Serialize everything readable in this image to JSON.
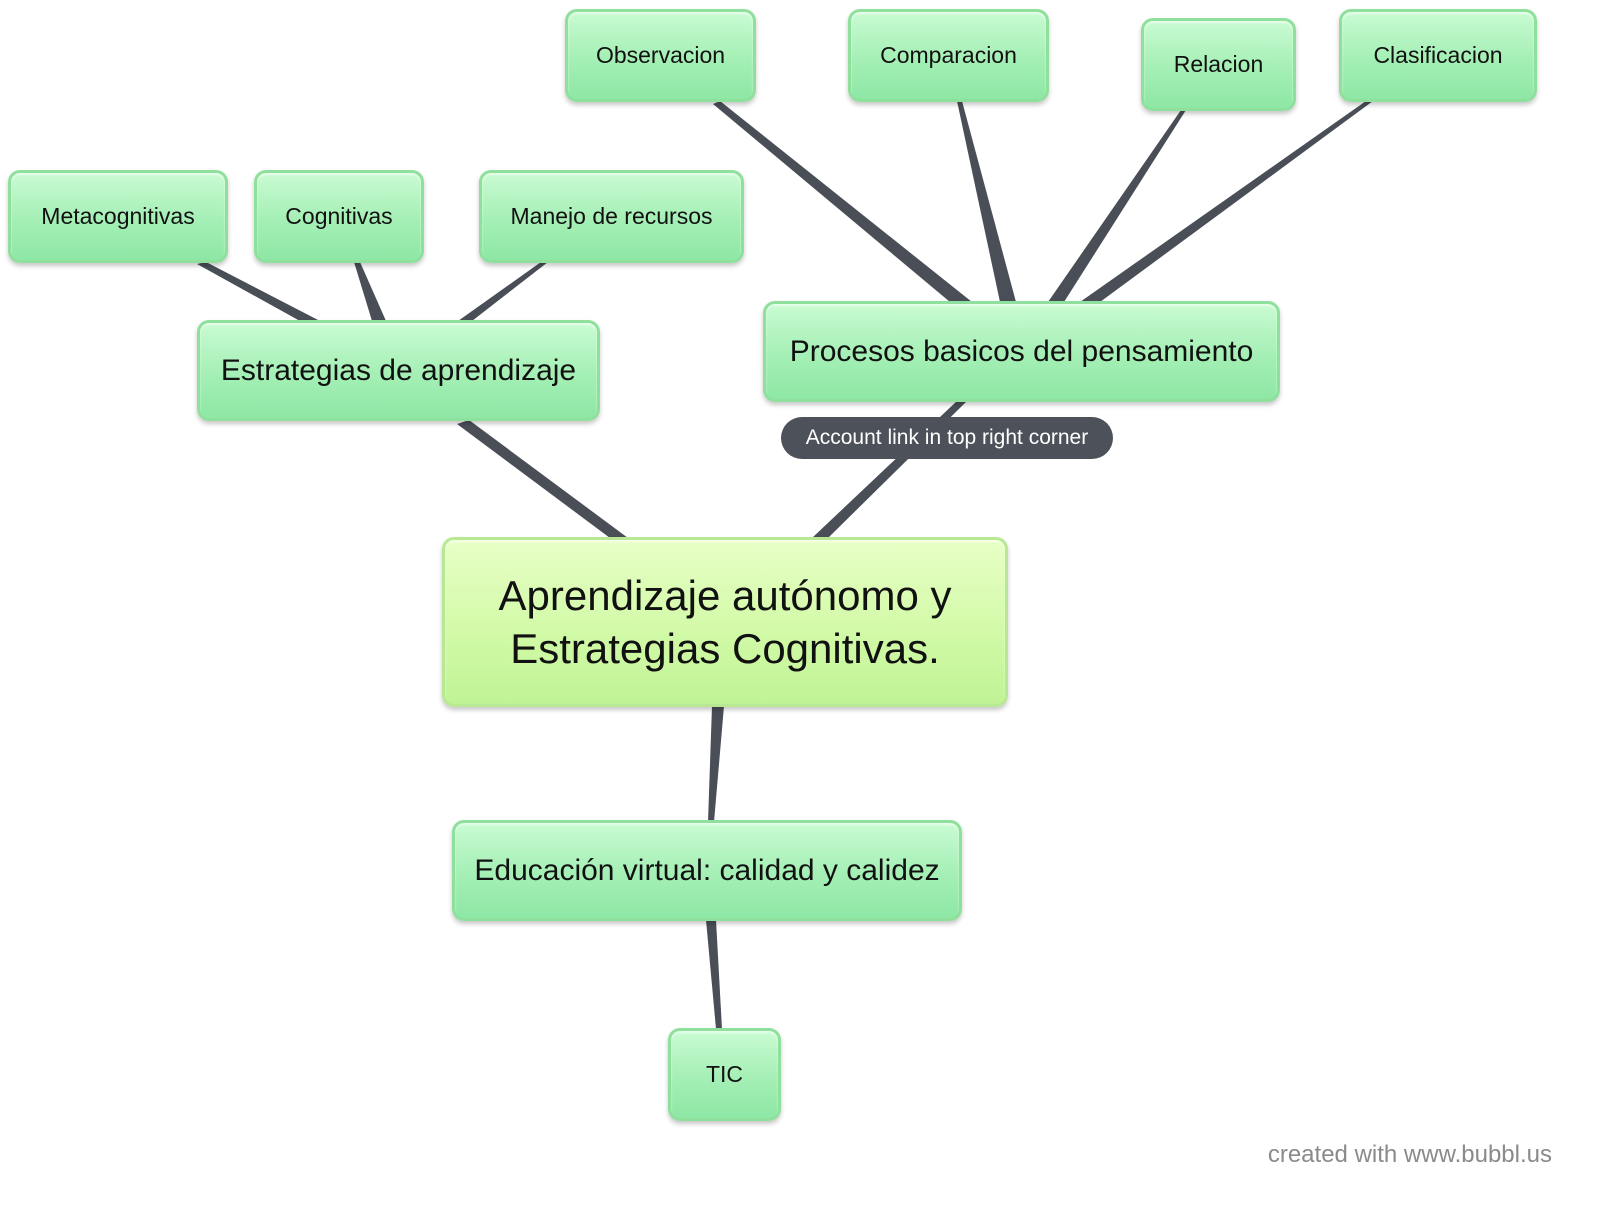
{
  "map": {
    "root": {
      "label": "Aprendizaje autónomo y Estrategias Cognitivas."
    },
    "branches": {
      "estrategias": {
        "label": "Estrategias de aprendizaje",
        "children": [
          "Metacognitivas",
          "Cognitivas",
          "Manejo de recursos"
        ]
      },
      "procesos": {
        "label": "Procesos basicos del pensamiento",
        "children": [
          "Observacion",
          "Comparacion",
          "Relacion",
          "Clasificacion"
        ]
      },
      "educacion": {
        "label": "Educación virtual: calidad y calidez",
        "children": [
          "TIC"
        ]
      }
    }
  },
  "tooltip": {
    "text": "Account link in top right corner"
  },
  "footer": {
    "watermark": "created with www.bubbl.us"
  },
  "colors": {
    "node_fill": "#a4efb5",
    "node_border": "#8fe09c",
    "root_fill": "#d2faa8",
    "connector": "#4a4e57",
    "tooltip_bg": "#4d5159",
    "watermark_text": "#8a8a8a"
  }
}
